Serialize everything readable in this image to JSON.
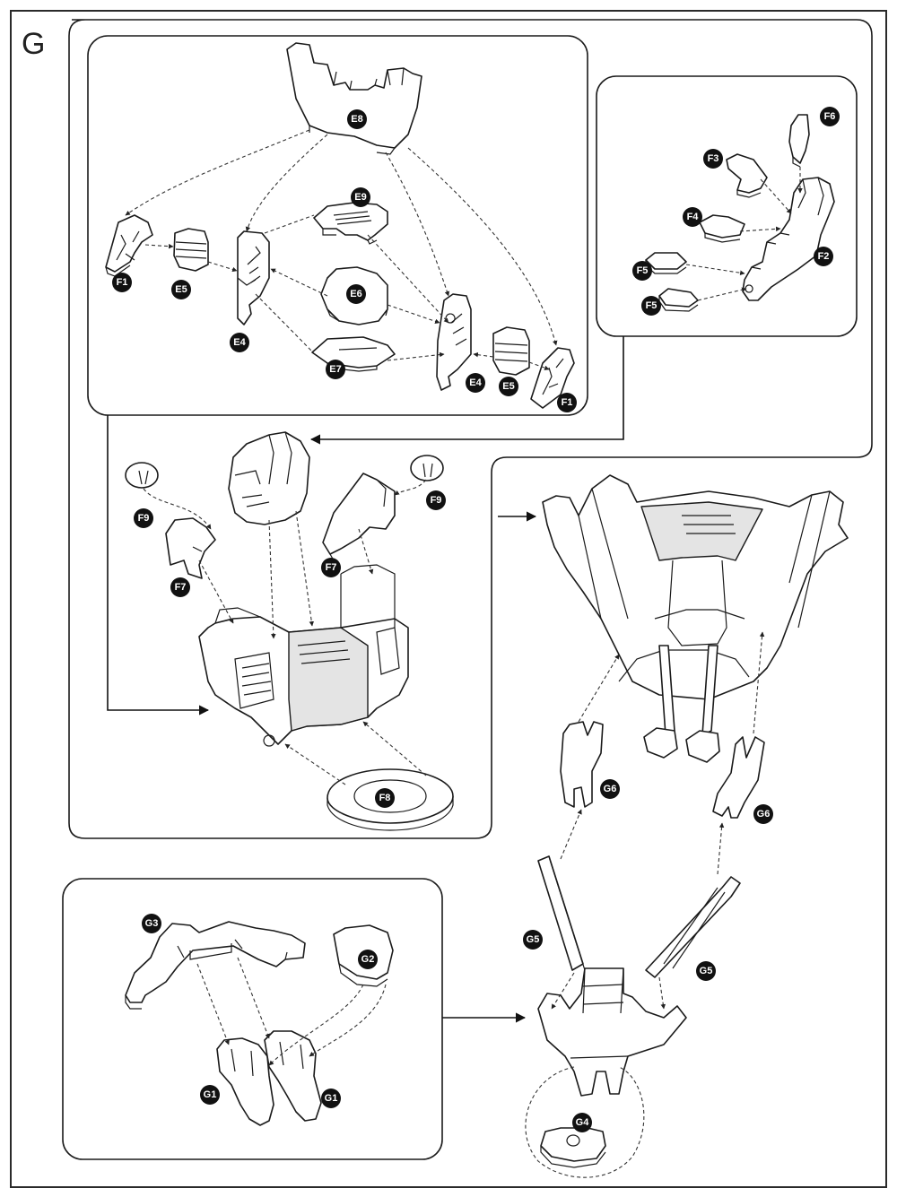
{
  "step": "G",
  "panels": {
    "top_left": {
      "labels": [
        "E8",
        "F1",
        "E5",
        "E4",
        "E9",
        "E6",
        "E7",
        "E4",
        "E5",
        "F1"
      ]
    },
    "top_right": {
      "labels": [
        "F6",
        "F3",
        "F4",
        "F2",
        "F5",
        "F5"
      ]
    },
    "middle_left": {
      "labels": [
        "F9",
        "F9",
        "F7",
        "F7",
        "F8"
      ]
    },
    "middle_right": {
      "labels": [
        "G6",
        "G6",
        "G5",
        "G5",
        "G4"
      ]
    },
    "bottom_left": {
      "labels": [
        "G3",
        "G2",
        "G1",
        "G1"
      ]
    }
  },
  "colors": {
    "line": "#1a1a1a",
    "badge": "#111111",
    "badge_text": "#ffffff",
    "paper": "#ffffff"
  }
}
